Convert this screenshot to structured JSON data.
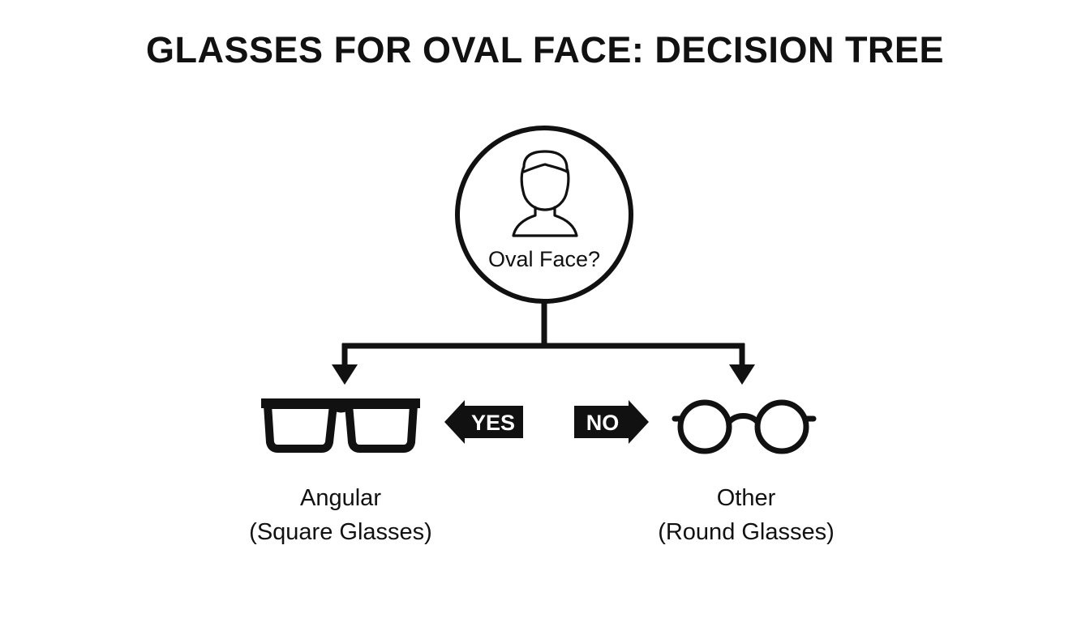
{
  "title": "GLASSES FOR OVAL FACE: DECISION TREE",
  "root": {
    "question": "Oval Face?",
    "icon": "person-icon"
  },
  "branches": {
    "yes": {
      "label": "YES",
      "outcome_line1": "Angular",
      "outcome_line2": "(Square Glasses)",
      "icon": "square-glasses-icon"
    },
    "no": {
      "label": "NO",
      "outcome_line1": "Other",
      "outcome_line2": "(Round Glasses)",
      "icon": "round-glasses-icon"
    }
  },
  "colors": {
    "ink": "#111111",
    "background": "#ffffff"
  }
}
